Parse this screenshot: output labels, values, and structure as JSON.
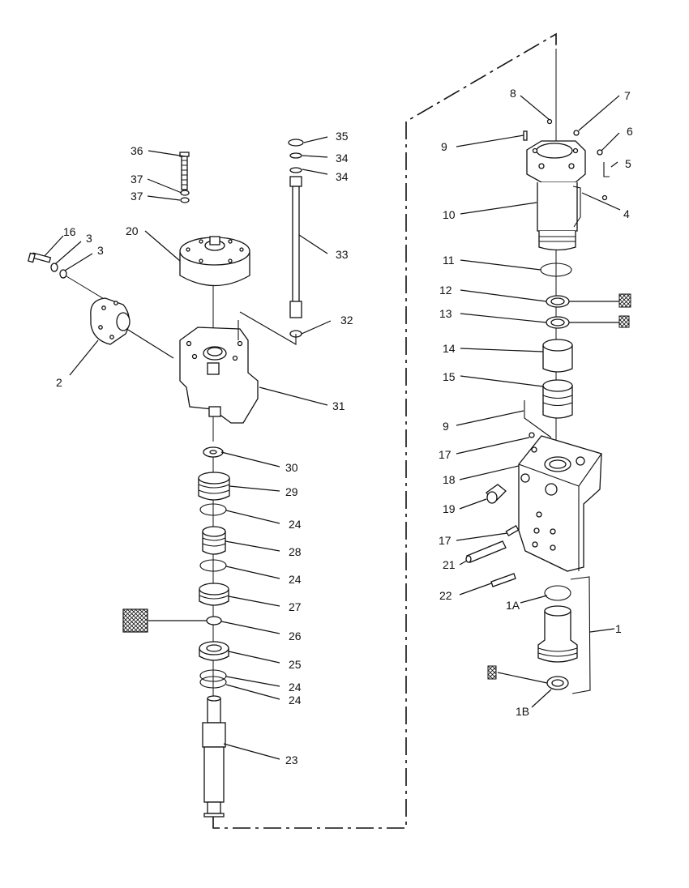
{
  "callouts": {
    "c1": "1",
    "c1A": "1A",
    "c1B": "1B",
    "c2": "2",
    "c3a": "3",
    "c3b": "3",
    "c4": "4",
    "c5": "5",
    "c6": "6",
    "c7": "7",
    "c8": "8",
    "c9a": "9",
    "c9b": "9",
    "c10": "10",
    "c11": "11",
    "c12": "12",
    "c13": "13",
    "c14": "14",
    "c15": "15",
    "c16": "16",
    "c17a": "17",
    "c17b": "17",
    "c18": "18",
    "c19": "19",
    "c20": "20",
    "c21": "21",
    "c22": "22",
    "c23": "23",
    "c24a": "24",
    "c24b": "24",
    "c24c": "24",
    "c24d": "24",
    "c25": "25",
    "c26": "26",
    "c27": "27",
    "c28": "28",
    "c29": "29",
    "c30": "30",
    "c31": "31",
    "c32": "32",
    "c33": "33",
    "c34a": "34",
    "c34b": "34",
    "c35": "35",
    "c36": "36",
    "c37a": "37",
    "c37b": "37"
  },
  "icons": {
    "seal_kit": "crosshatch-square-icon"
  }
}
